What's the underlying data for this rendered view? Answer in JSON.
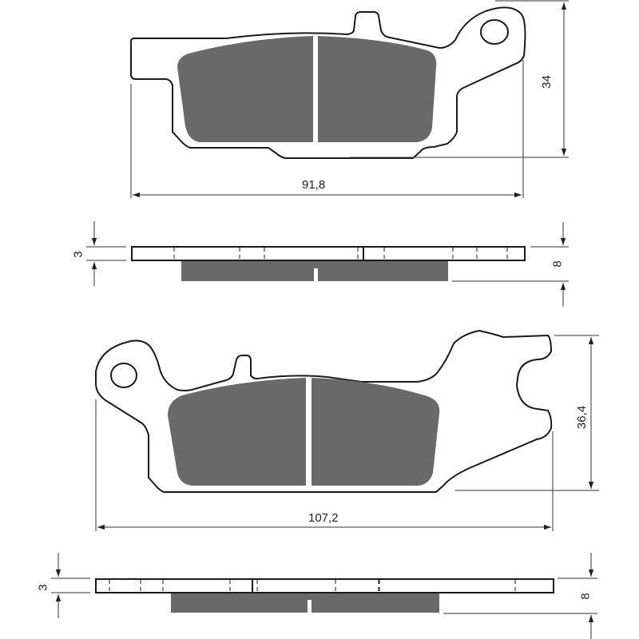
{
  "diagram": {
    "subject": "brake pad technical drawing",
    "colors": {
      "friction": "#696969",
      "outline": "#1a1a1a",
      "dimension": "#333333",
      "background": "#ffffff"
    },
    "pad_top": {
      "name": "pad 1 front view",
      "width_label": "91,8",
      "height_label": "34"
    },
    "pad_top_side": {
      "name": "pad 1 side view",
      "backing_thickness_label": "3",
      "total_thickness_label": "8"
    },
    "pad_bottom": {
      "name": "pad 2 front view",
      "width_label": "107,2",
      "height_label": "36,4"
    },
    "pad_bottom_side": {
      "name": "pad 2 side view",
      "backing_thickness_label": "3",
      "total_thickness_label": "8"
    }
  }
}
